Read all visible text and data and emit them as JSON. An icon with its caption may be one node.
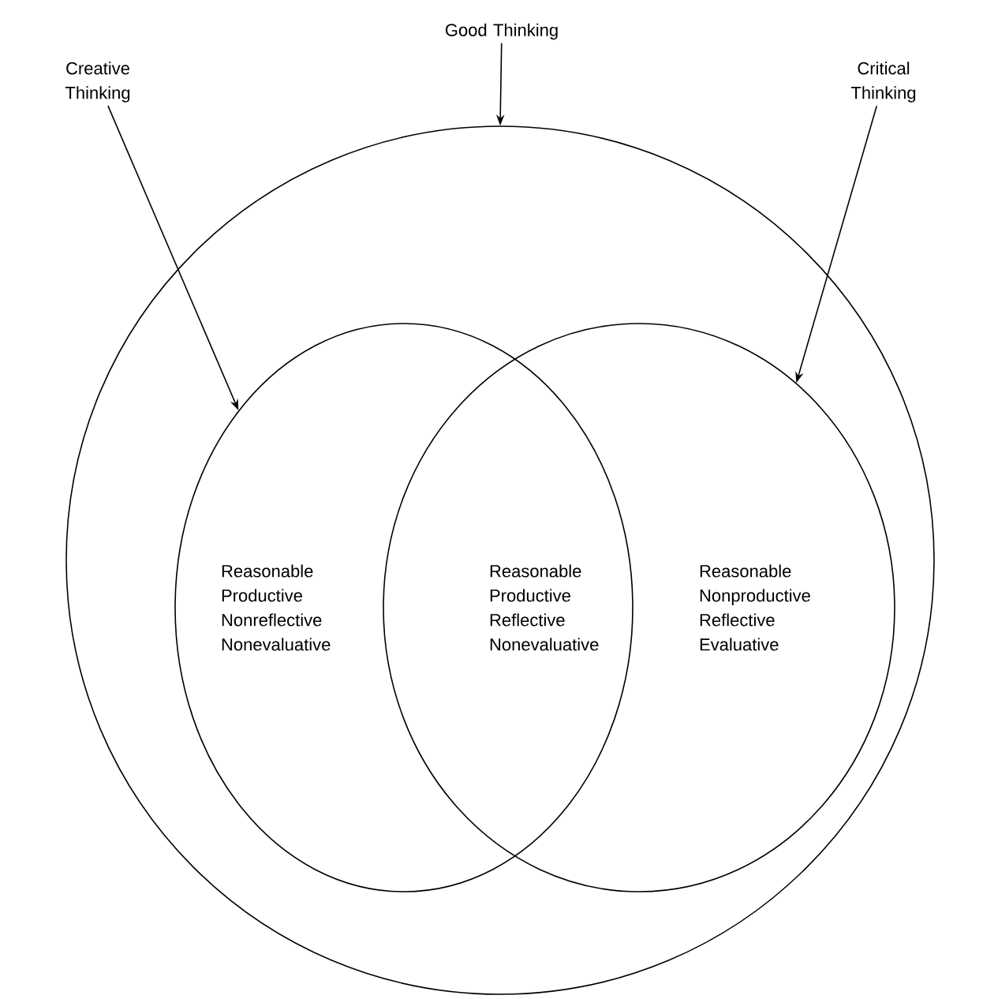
{
  "diagram": {
    "nodes": [
      {
        "text": [],
        "shape": "circle"
      },
      {
        "text": [
          "Reasonable Productive Nonreflective Nonevaluative"
        ],
        "in": 0
      },
      {
        "text": [
          "Reasonable Nonproductive Reflective Evaluative"
        ],
        "in": 0
      },
      {
        "text": [
          "Good Thinking"
        ]
      },
      {
        "text": [
          "Creative Thinking"
        ]
      },
      {
        "text": [
          "Critical Thinking"
        ]
      }
    ],
    "edges": [
      {
        "from": 3,
        "to": 0,
        "arrow": "to"
      },
      {
        "from": 4,
        "to": 1,
        "arrow": "to"
      },
      {
        "from": 5,
        "to": 2,
        "arrow": "to"
      }
    ],
    "labels": [
      "Reasonable Productive Reflective Nonevaluative"
    ]
  }
}
